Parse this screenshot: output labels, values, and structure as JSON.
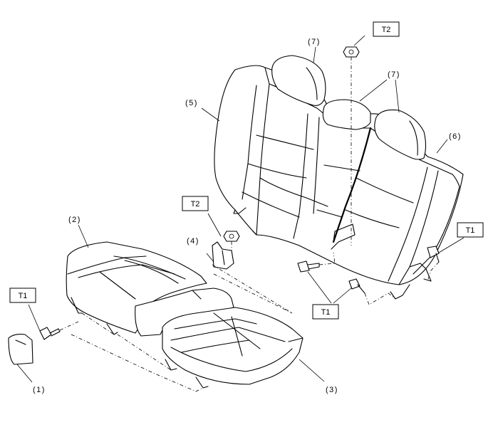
{
  "labels": {
    "p1": "(1)",
    "p2": "(2)",
    "p3": "(3)",
    "p4": "(4)",
    "p5": "(5)",
    "p6": "(6)",
    "p7_top": "(7)",
    "p7_right": "(7)"
  },
  "torque_labels": {
    "t2_top": "T2",
    "t2_mid": "T2",
    "t1_left": "T1",
    "t1_right": "T1",
    "t1_bottom": "T1"
  }
}
